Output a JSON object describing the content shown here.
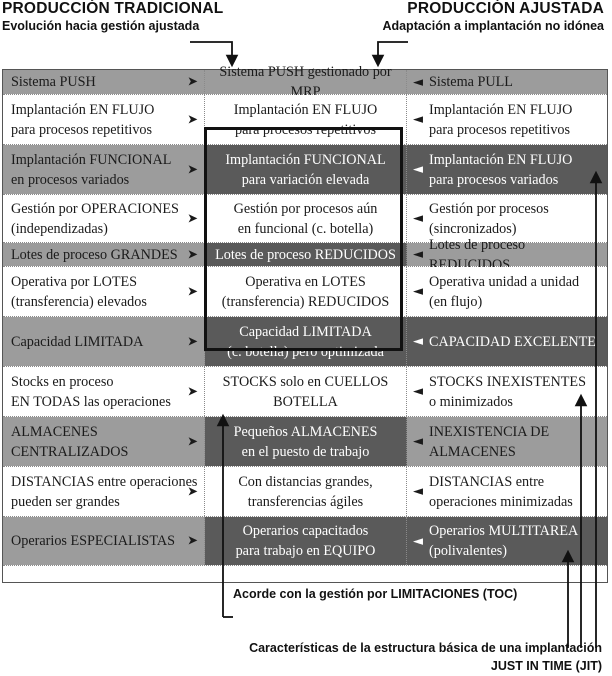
{
  "header": {
    "left_title": "PRODUCCIÓN TRADICIONAL",
    "left_subtitle": "Evolución hacia gestión ajustada",
    "right_title": "PRODUCCIÓN AJUSTADA",
    "right_subtitle": "Adaptación a implantación no idónea"
  },
  "rows": [
    {
      "left": [
        "Sistema PUSH"
      ],
      "center": [
        "Sistema PUSH gestionado por MRP"
      ],
      "right": [
        "Sistema PULL"
      ]
    },
    {
      "left": [
        "Implantación EN FLUJO",
        "para procesos repetitivos"
      ],
      "center": [
        "Implantación EN FLUJO",
        "para procesos repetitivos"
      ],
      "right": [
        "Implantación EN FLUJO",
        "para procesos repetitivos"
      ]
    },
    {
      "left": [
        "Implantación FUNCIONAL",
        "en procesos variados"
      ],
      "center": [
        "Implantación FUNCIONAL",
        "para variación elevada"
      ],
      "right": [
        "Implantación EN FLUJO",
        "para procesos variados"
      ]
    },
    {
      "left": [
        "Gestión por OPERACIONES",
        "(independizadas)"
      ],
      "center": [
        "Gestión por procesos aún",
        "en funcional (c. botella)"
      ],
      "right": [
        "Gestión por procesos",
        "(sincronizados)"
      ]
    },
    {
      "left": [
        "Lotes de proceso GRANDES"
      ],
      "center": [
        "Lotes de proceso REDUCIDOS"
      ],
      "right": [
        "Lotes de proceso REDUCIDOS"
      ]
    },
    {
      "left": [
        "Operativa por LOTES",
        "(transferencia) elevados"
      ],
      "center": [
        "Operativa en LOTES",
        "(transferencia) REDUCIDOS"
      ],
      "right": [
        "Operativa unidad a unidad",
        "(en flujo)"
      ]
    },
    {
      "left": [
        "Capacidad LIMITADA"
      ],
      "center": [
        "Capacidad LIMITADA",
        "(c. botella) pero optimizada"
      ],
      "right": [
        "CAPACIDAD EXCELENTE"
      ]
    },
    {
      "left": [
        "Stocks en proceso",
        "EN TODAS las operaciones"
      ],
      "center": [
        "STOCKS solo en CUELLOS",
        "BOTELLA"
      ],
      "right": [
        "STOCKS INEXISTENTES",
        "o minimizados"
      ]
    },
    {
      "left": [
        "ALMACENES CENTRALIZADOS"
      ],
      "center": [
        "Pequeños ALMACENES",
        "en el puesto de trabajo"
      ],
      "right": [
        "INEXISTENCIA DE ALMACENES"
      ]
    },
    {
      "left": [
        "DISTANCIAS entre operaciones",
        "pueden ser grandes"
      ],
      "center": [
        "Con distancias grandes,",
        "transferencias ágiles"
      ],
      "right": [
        "DISTANCIAS entre",
        "operaciones minimizadas"
      ]
    },
    {
      "left": [
        "Operarios ESPECIALISTAS"
      ],
      "center": [
        "Operarios capacitados",
        "para trabajo en EQUIPO"
      ],
      "right": [
        "Operarios MULTITAREA",
        "(polivalentes)"
      ]
    }
  ],
  "footer": {
    "toc_label": "Acorde con la gestión por LIMITACIONES (TOC)",
    "jit_line1": "Características de la estructura básica de una implantación",
    "jit_line2": "JUST IN TIME (JIT)"
  },
  "colors": {
    "light_band": "#9c9c9c",
    "dark_band": "#5a5a5a",
    "white": "#ffffff",
    "box_border": "#111111"
  },
  "icons": {
    "left_column_arrow": "arrowhead-right-icon",
    "right_column_arrow": "arrowhead-left-icon",
    "connector_arrows": "up-arrow-icon"
  }
}
